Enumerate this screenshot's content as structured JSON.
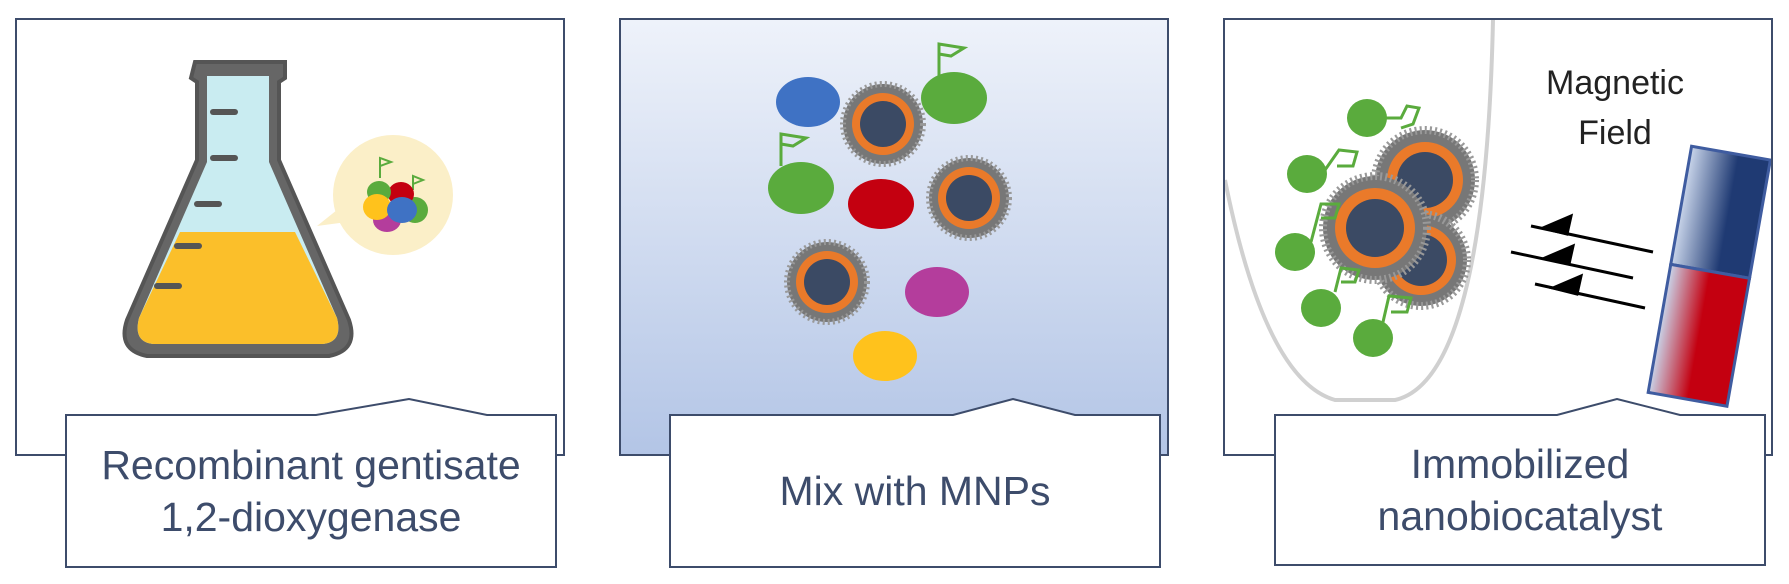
{
  "panels": [
    {
      "caption": "Recombinant gentisate 1,2-dioxygenase"
    },
    {
      "caption": "Mix with MNPs"
    },
    {
      "caption": "Immobilized nanobiocatalyst",
      "field_label": "Magnetic Field"
    }
  ],
  "colors": {
    "border": "#3d4c6b",
    "enzyme_green": "#5aab3d",
    "enzyme_blue": "#3f72c4",
    "enzyme_red": "#c40010",
    "enzyme_magenta": "#b43d9c",
    "enzyme_yellow": "#ffc21c",
    "mnp_core": "#3b4a64",
    "mnp_shell": "#ea7a2a",
    "flask_liquid": "#fbbf2a",
    "magnet_north": "#1f3a73",
    "magnet_south": "#c40010"
  }
}
